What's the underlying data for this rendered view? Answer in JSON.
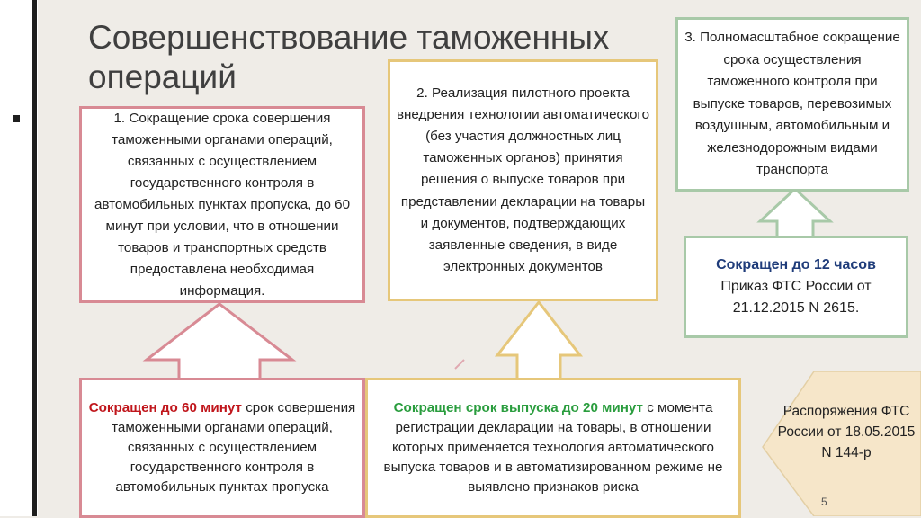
{
  "title": "Совершенствование таможенных операций",
  "box1": {
    "text": "1. Сокращение срока совершения таможенными органами операций, связанных с осуществлением государственного контроля в автомобильных пунктах пропуска, до 60 минут при условии, что в отношении товаров и транспортных средств предоставлена необходимая информация."
  },
  "box2": {
    "text": "2. Реализация пилотного проекта внедрения технологии автоматического (без участия должностных лиц таможенных органов) принятия решения о выпуске товаров при представлении декларации на товары и документов, подтверждающих заявленные сведения, в виде электронных документов"
  },
  "box3": {
    "text": "3. Полномасштабное сокращение срока осуществления таможенного контроля при выпуске товаров, перевозимых воздушным, автомобильным и железнодорожным видами транспорта"
  },
  "box4": {
    "highlight": "Сокращен до 12 часов",
    "text": "Приказ ФТС России от 21.12.2015 N 2615."
  },
  "box5": {
    "highlight": "Сокращен до 60 минут",
    "text": " срок совершения таможенными органами операций, связанных с осуществлением государственного контроля в автомобильных пунктах пропуска"
  },
  "box6": {
    "highlight": "Сокращен срок выпуска до 20 минут",
    "text": " с момента регистрации декларации на товары, в отношении которых применяется технология автоматического выпуска товаров и в автоматизированном режиме не выявлено признаков риска"
  },
  "side_note": "Распоряжения ФТС России от 18.05.2015 N 144-р",
  "page_number": "5",
  "colors": {
    "pink": "#d88a94",
    "yellow": "#e6c77a",
    "green": "#a8c9a8",
    "red_text": "#c0161c",
    "green_text": "#2a9d3e",
    "blue_text": "#1f3c7a",
    "side_panel": "#f6e6c9"
  }
}
